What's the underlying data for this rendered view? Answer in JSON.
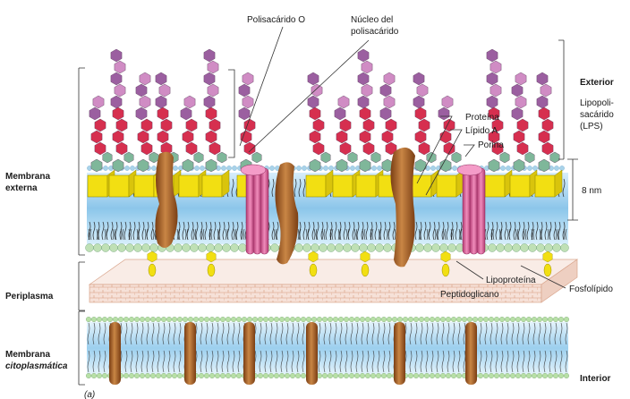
{
  "labels": {
    "polisacarido_o": "Polisacárido O",
    "nucleo_line1": "Núcleo del",
    "nucleo_line2": "polisacárido",
    "exterior": "Exterior",
    "lps_line1": "Lipopoli-",
    "lps_line2": "sacárido",
    "lps_line3": "(LPS)",
    "proteina": "Proteína",
    "lipido_a": "Lípido A",
    "porina": "Porina",
    "thickness": "8 nm",
    "membrana_externa_line1": "Membrana",
    "membrana_externa_line2": "externa",
    "periplasma": "Periplasma",
    "lipoproteina": "Lipoproteína",
    "peptidoglicano": "Peptidoglicano",
    "fosfolipido": "Fosfolípido",
    "membrana_cito_line1": "Membrana",
    "membrana_cito_line2": "citoplasmática",
    "interior": "Interior",
    "panel_letter": "(a)"
  },
  "colors": {
    "o_antigen": "#9b5fa0",
    "o_antigen_light": "#d08cc4",
    "core": "#d62f4f",
    "core_green": "#7fb79a",
    "lipid_a": "#f2df12",
    "membrane_blue": "#9fd0ee",
    "head_green": "#bfe0b5",
    "head_blue": "#a9d3ea",
    "porin": "#e06aa0",
    "protein": "#a8602a",
    "peptidoglycan": "#f3d9cf",
    "peptidoglycan_line": "#d2906f",
    "cyto_membrane": "#a9d8f0"
  }
}
